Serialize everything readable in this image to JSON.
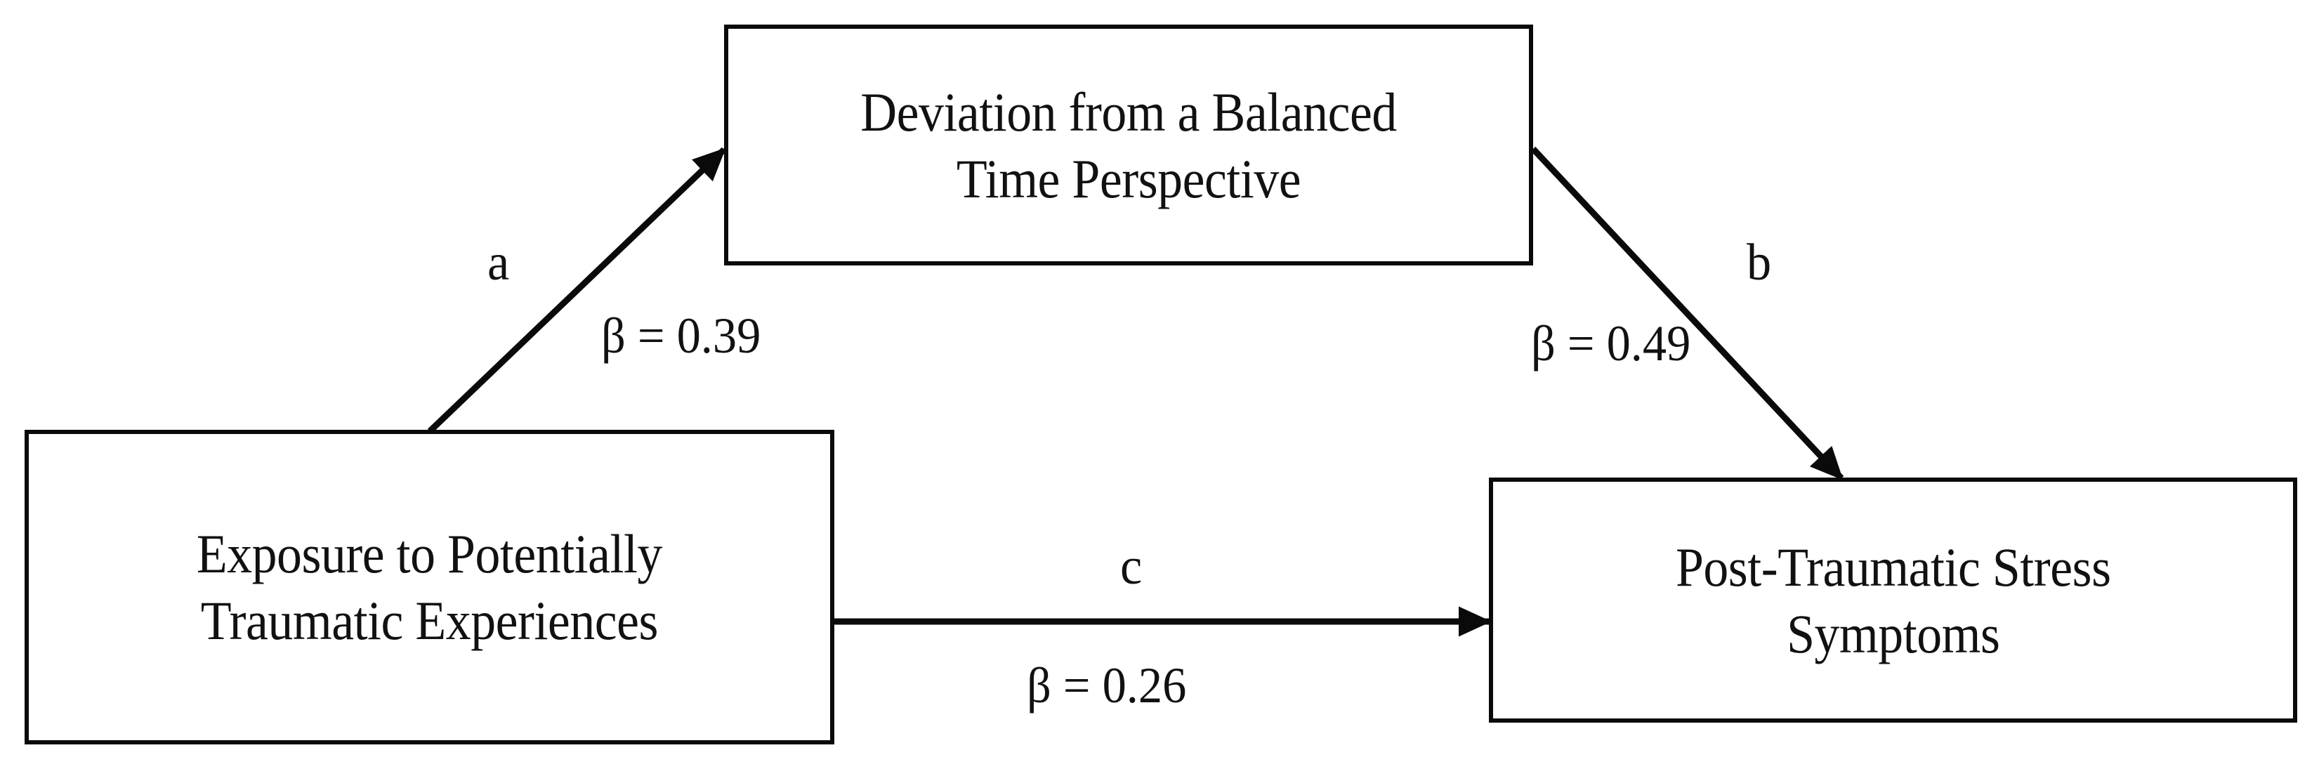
{
  "diagram": {
    "type": "mediation-model",
    "nodes": [
      {
        "id": "predictor",
        "label": "Exposure to Potentially\nTraumatic Experiences"
      },
      {
        "id": "mediator",
        "label": "Deviation from a Balanced\nTime Perspective"
      },
      {
        "id": "outcome",
        "label": "Post-Traumatic Stress\nSymptoms"
      }
    ],
    "paths": [
      {
        "id": "a",
        "from": "predictor",
        "to": "mediator",
        "path_label": "a",
        "coefficient": "β = 0.39"
      },
      {
        "id": "b",
        "from": "mediator",
        "to": "outcome",
        "path_label": "b",
        "coefficient": "β = 0.49"
      },
      {
        "id": "c",
        "from": "predictor",
        "to": "outcome",
        "path_label": "c",
        "coefficient": "β = 0.26"
      }
    ],
    "colors": {
      "stroke": "#0a0a0a",
      "text": "#111111",
      "background": "#ffffff"
    }
  }
}
